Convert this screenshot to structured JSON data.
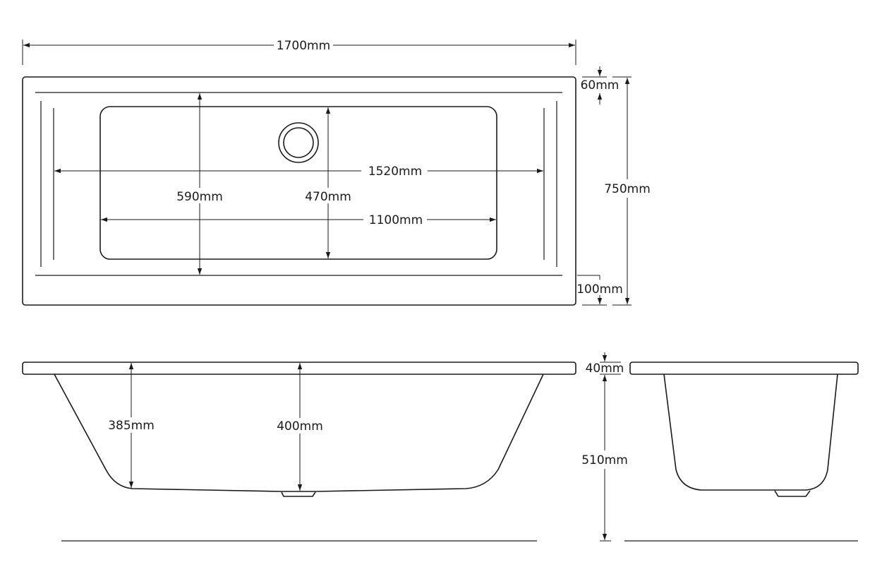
{
  "dimensions": {
    "length": "1700mm",
    "width": "750mm",
    "rim_top": "60mm",
    "rim_bottom": "100mm",
    "inner_length": "1520mm",
    "inner_width": "590mm",
    "base_width": "470mm",
    "base_length": "1100mm",
    "rim_thickness": "40mm",
    "depth_side": "385mm",
    "depth_center": "400mm",
    "overall_height": "510mm"
  }
}
